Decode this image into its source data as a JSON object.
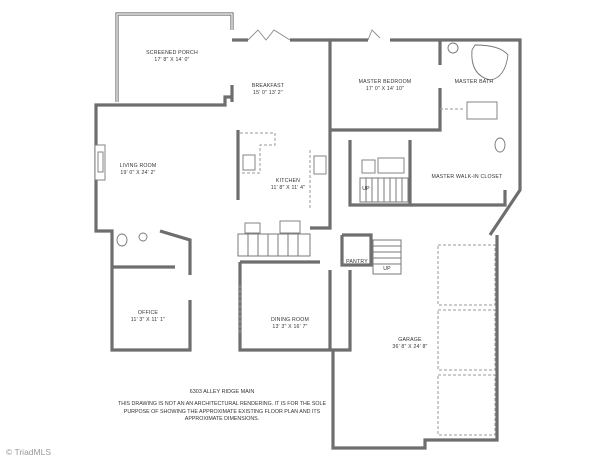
{
  "plan": {
    "title": "6303 ALLEY RIDGE MAIN",
    "disclaimer": [
      "THIS DRAWING IS NOT AN AN ARCHITECTURAL RENDERING. IT IS FOR THE SOLE",
      "PURPOSE OF SHOWING THE APPROXIMATE EXISTING FLOOR PLAN AND ITS",
      "APPROXIMATE DIMENSIONS."
    ],
    "watermark": "© TriadMLS",
    "line_color": "#6e6e6e",
    "background": "#ffffff"
  },
  "rooms": [
    {
      "id": "screened-porch",
      "name": "SCREENED PORCH",
      "dims": "17' 8\" X 14' 0\""
    },
    {
      "id": "breakfast",
      "name": "BREAKFAST",
      "dims": "15' 0\" 13' 2\""
    },
    {
      "id": "master-bedroom",
      "name": "MASTER BEDROOM",
      "dims": "17' 0\" X 14' 10\""
    },
    {
      "id": "master-bath",
      "name": "MASTER BATH",
      "dims": ""
    },
    {
      "id": "living-room",
      "name": "LIVING ROOM",
      "dims": "19' 0\" X 24' 2\""
    },
    {
      "id": "kitchen",
      "name": "KITCHEN",
      "dims": "11' 8\" X 11' 4\""
    },
    {
      "id": "master-walk-in-closet",
      "name": "MASTER WALK-IN CLOSET",
      "dims": ""
    },
    {
      "id": "pantry",
      "name": "PANTRY",
      "dims": ""
    },
    {
      "id": "office",
      "name": "OFFICE",
      "dims": "11' 3\" X 11' 1\""
    },
    {
      "id": "dining-room",
      "name": "DINING ROOM",
      "dims": "13' 3\" X 16' 7\""
    },
    {
      "id": "garage",
      "name": "GARAGE",
      "dims": "36' 8\" X 24' 8\""
    }
  ],
  "stairs": [
    {
      "id": "stair-laundry",
      "label": "UP"
    },
    {
      "id": "stair-garage",
      "label": "UP"
    }
  ]
}
